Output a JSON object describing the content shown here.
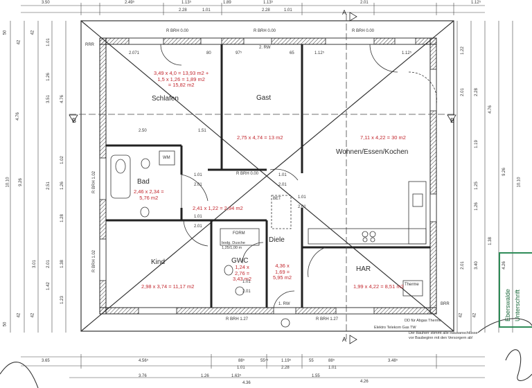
{
  "rooms": {
    "schlafen": {
      "name": "Schlafen",
      "area": "3,49 x 4,0 = 13,93 m2 +\n1,5 x 1,26 = 1,89 m2\n= 15,82 m2"
    },
    "gast": {
      "name": "Gast",
      "area": "2,75 x 4,74 = 13 m2"
    },
    "wohnen": {
      "name": "Wohnen/Essen/Kochen",
      "area": "7,11 x 4,22 = 30 m2"
    },
    "bad": {
      "name": "Bad",
      "area": "2,46 x 2,34 =\n5,76 m2"
    },
    "diele": {
      "name": "Diele",
      "area": "2,41 x 1,22 = 2,94 m2"
    },
    "gwc": {
      "name": "GWC",
      "area": "1,24 x\n2,76 =\n3,43 m2"
    },
    "hall": {
      "area": "4,36 x\n1,69 =\n5,95 m2"
    },
    "kind": {
      "name": "Kind",
      "area": "2,98 x 3,74 = 11,17 m2"
    },
    "har": {
      "name": "HAR",
      "area": "1,99 x 4,22 = 8,51 m2"
    }
  },
  "labels": {
    "rbrh_top_1": "R BRH 0.00",
    "rbrh_top_2": "R BRH 0.00",
    "rbrh_top_3": "R BRH 0.00",
    "rbrh_bottom_1": "R BRH 1.27",
    "rbrh_bottom_2": "R BRH 1.27",
    "rbrh_left_1": "R BRH 1.02",
    "rbrh_left_2": "R BRH 1.02",
    "rbrh_mid": "R BRH 0.00",
    "rbrh_diele": "R BRH 0.00",
    "rw_top": "2. RW",
    "rw_bottom": "1. RW",
    "rrr": "RRR",
    "brr": "BRR",
    "wm": "WM",
    "bet": "BET",
    "formo": "FORM",
    "dusche": "bodg. Dusche\n1,25/1,00 m",
    "therme": "Therme",
    "sect_a": "A",
    "sect_a2": "A",
    "sect_b": "B",
    "sect_b2": "B",
    "dd_abgas": "DD für Abgas Therme",
    "versorger": "Der Bauherr stimmt alle Hausanschlüsse\nvor Baubeginn mit den Versorgern ab!",
    "utilities": "Elektro Telekom Gas TW",
    "stamp_1": "Eberswalde",
    "stamp_2": "Unterschrift"
  },
  "dims": {
    "top": [
      "3.50",
      "2.49⁵",
      "1.13⁵",
      "1.89",
      "1.13⁵",
      "2.01",
      "2.28",
      "2.28",
      "1.01",
      "1.01",
      "2.071",
      "80",
      "97⁵",
      "65",
      "1.12⁵",
      "1.12⁵",
      "1.12⁵"
    ],
    "mid": [
      "2.50",
      "1.51",
      "1.01",
      "2.01",
      "1.01",
      "2.01",
      "1.01",
      "2.01",
      "1.01",
      "2.01",
      "1.01",
      "2.01"
    ],
    "bottom": [
      "3.65",
      "4.56⁵",
      "88⁵",
      "55⁷⁵",
      "1.19⁵",
      "55",
      "88⁵",
      "3.48⁵",
      "1.01",
      "2.28",
      "1.01",
      "3.76",
      "1.63⁵",
      "1.26",
      "1.55",
      "4.26",
      "4.36"
    ],
    "left": [
      "50",
      "42",
      "42",
      "4.76",
      "9.26",
      "10.10",
      "1.26",
      "1.01",
      "2.51",
      "3.51",
      "4.76",
      "1.02",
      "1.26",
      "1.28",
      "3.01",
      "2.01",
      "1.38",
      "1.42",
      "1.23",
      "50",
      "42",
      "42"
    ],
    "right": [
      "1.22",
      "2.01",
      "2.28",
      "1.19",
      "4.76",
      "9.26",
      "10.10",
      "1.26",
      "1.25",
      "1.38",
      "2.01",
      "3.40",
      "4.26",
      "42",
      "42"
    ]
  }
}
